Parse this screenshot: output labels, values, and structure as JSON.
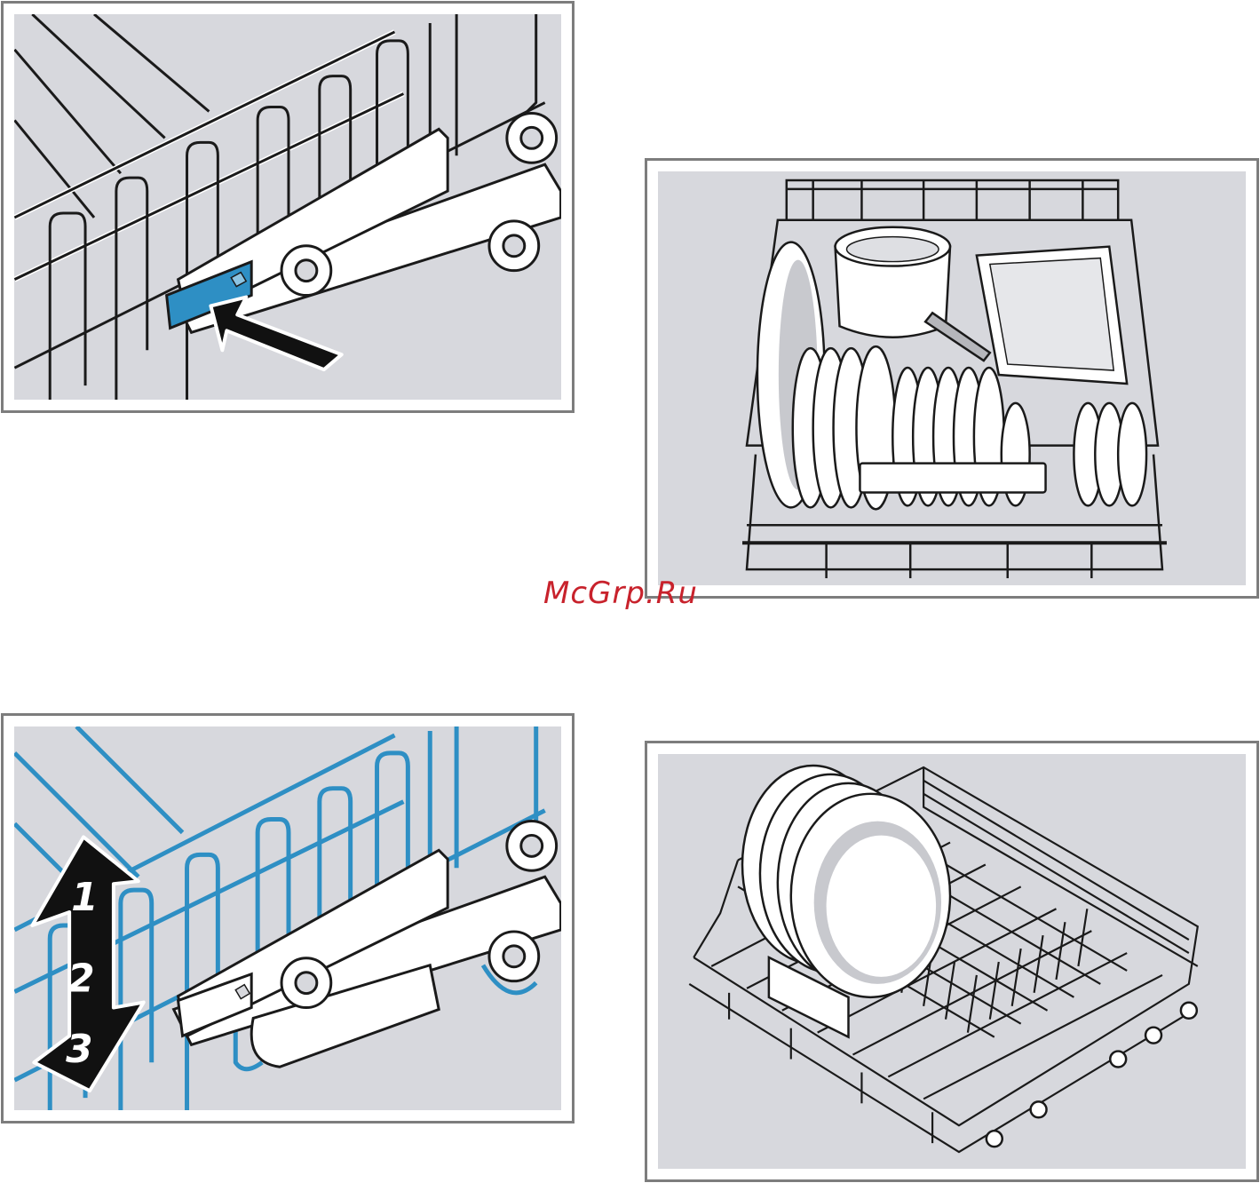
{
  "watermark": {
    "text": "McGrp.Ru"
  },
  "panels": {
    "release_lever": {
      "icon": "push-arrow-icon"
    },
    "loaded_upper_rack": {
      "icon": "dish-rack-icon"
    },
    "height_adjust": {
      "icon": "up-down-arrow-icon",
      "steps": [
        "1",
        "2",
        "3"
      ]
    },
    "lower_rack": {
      "icon": "plate-rack-icon"
    }
  },
  "colors": {
    "frame": "#7d7d7d",
    "panel_bg": "#d7d8dd",
    "highlight_blue": "#2e8fc4",
    "arrow_black": "#111111",
    "watermark_red": "#c8222c"
  }
}
